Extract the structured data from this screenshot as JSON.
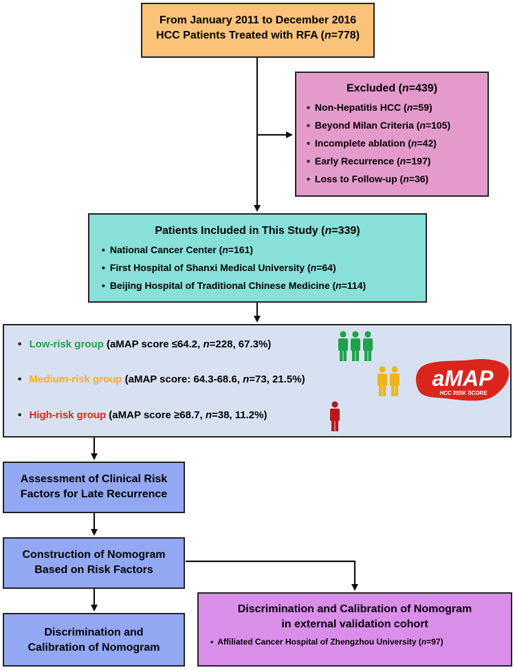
{
  "top_box": {
    "line1": "From January 2011 to December 2016",
    "line2_prefix": "HCC Patients Treated with RFA (",
    "n_sym": "n",
    "line2_value": "=778)"
  },
  "excluded": {
    "title_prefix": "Excluded (",
    "n_sym": "n",
    "title_value": "=439)",
    "items": [
      {
        "label": "Non-Hepatitis HCC (",
        "value": "=59)"
      },
      {
        "label": "Beyond Milan Criteria (",
        "value": "=105)"
      },
      {
        "label": "Incomplete ablation (",
        "value": "=42)"
      },
      {
        "label": "Early Recurrence (",
        "value": "=197)"
      },
      {
        "label": "Loss to Follow-up (",
        "value": "=36)"
      }
    ]
  },
  "included": {
    "title_prefix": "Patients Included in This Study (",
    "n_sym": "n",
    "title_value": "=339)",
    "items": [
      {
        "label": "National Cancer Center (",
        "value": "=161)"
      },
      {
        "label": "First Hospital of Shanxi Medical University (",
        "value": "=64)"
      },
      {
        "label": "Beijing Hospital of Traditional Chinese Medicine (",
        "value": "=114)"
      }
    ]
  },
  "risk_groups": [
    {
      "name": "Low-risk group",
      "detail_prefix": " (aMAP score ≤64.2, ",
      "n_sym": "n",
      "detail_value": "=228, 67.3%)",
      "color": "#1fa34a"
    },
    {
      "name": "Medium-risk group",
      "detail_prefix": " (aMAP score: 64.3-68.6, ",
      "n_sym": "n",
      "detail_value": "=73, 21.5%)",
      "color": "#f2b21b"
    },
    {
      "name": "High-risk group",
      "detail_prefix": " (aMAP score ≥68.7, ",
      "n_sym": "n",
      "detail_value": "=38, 11.2%)",
      "color": "#e0261d"
    }
  ],
  "logo": {
    "main": "aMAP",
    "sub": "HCC RISK SCORE",
    "color": "#d9251c"
  },
  "icons": {
    "person_icon": "person-icon"
  },
  "assessment": {
    "line1": "Assessment of Clinical Risk",
    "line2": "Factors for Late Recurrence"
  },
  "construction": {
    "line1": "Construction of Nomogram",
    "line2": "Based on Risk Factors"
  },
  "discrimination": {
    "line1": "Discrimination and",
    "line2": "Calibration of Nomogram"
  },
  "external": {
    "line1": "Discrimination and Calibration of Nomogram",
    "line2": "in external validation cohort",
    "item_label": "Affiliated Cancer Hospital of Zhengzhou University (",
    "n_sym": "n",
    "item_value": "=97)"
  },
  "colors": {
    "top_fill": "#fbc37a",
    "excluded_fill": "#e49acb",
    "included_fill": "#88e0d9",
    "risk_fill": "#d8e1f1",
    "blue_fill": "#92a8f3",
    "purple_fill": "#d98ee9"
  }
}
